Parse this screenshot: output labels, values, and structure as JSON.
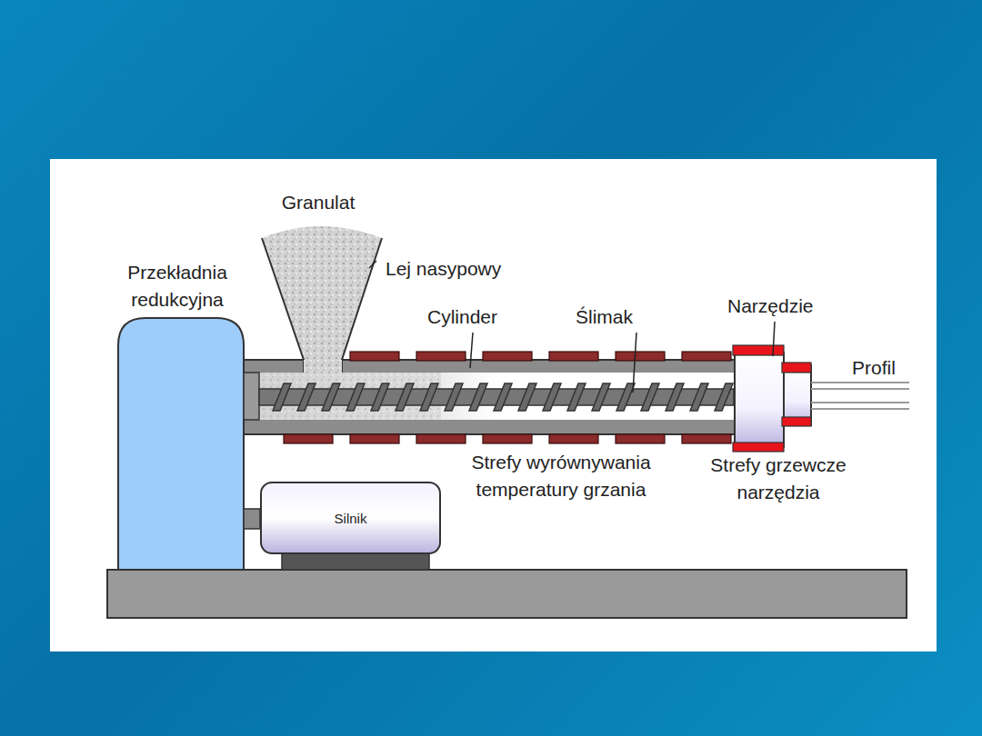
{
  "diagram": {
    "nodes": [
      {
        "text": [
          "Silnik"
        ]
      }
    ],
    "labels": [
      "Granulat",
      "Lej nasypowy",
      "Przekładnia redukcyjna",
      "Cylinder",
      "Ślimak",
      "Narzędzie",
      "Profil",
      "Strefy wyrównywania temperatury grzania",
      "Strefy grzewcze narzędzia"
    ]
  }
}
